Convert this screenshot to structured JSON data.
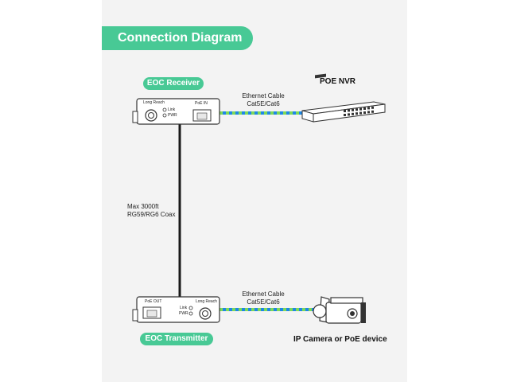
{
  "title": "Connection Diagram",
  "receiver": {
    "name": "EOC Receiver",
    "port_left_label": "Long Reach",
    "led1": "Link",
    "led2": "PWR",
    "port_right_label": "PoE IN"
  },
  "transmitter": {
    "name": "EOC Transmitter",
    "port_left_label": "PoE OUT",
    "port_right_label": "Long Reach",
    "led1": "Link",
    "led2": "PWR"
  },
  "cable_top": {
    "line1": "Ethernet Cable",
    "line2": "Cat5E/Cat6"
  },
  "cable_bottom": {
    "line1": "Ethernet Cable",
    "line2": "Cat5E/Cat6"
  },
  "coax": {
    "line1": "Max 3000ft",
    "line2": "RG59/RG6 Coax"
  },
  "devices": {
    "nvr": "POE NVR",
    "camera": "IP Camera or PoE device"
  },
  "colors": {
    "accent": "#48c995",
    "cable_blue": "#1e88e5",
    "cable_green": "#7ed957"
  }
}
